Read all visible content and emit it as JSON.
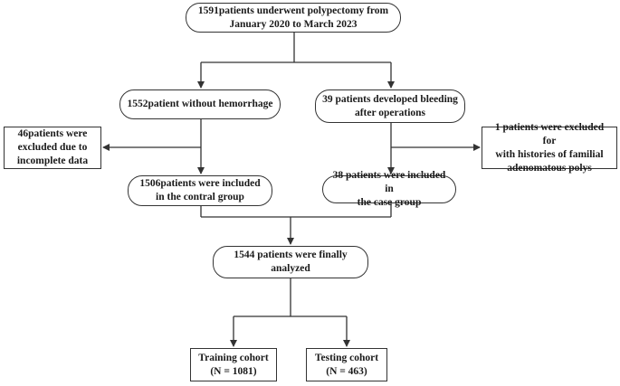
{
  "flowchart": {
    "start": {
      "text": "1591patients underwent polypectomy from\nJanuary 2020 to March 2023"
    },
    "no_hemorrhage": {
      "text": "1552patient without hemorrhage"
    },
    "bleeding": {
      "text": "39 patients developed bleeding\nafter operations"
    },
    "excluded_left": {
      "text": "46patients were\nexcluded due to\nincomplete data"
    },
    "excluded_right": {
      "text": "1 patients were excluded for\nwith histories of familial\nadenomatous polys"
    },
    "control_group": {
      "text": "1506patients were included\nin the contral group"
    },
    "case_group": {
      "text": "38 patients were included in\nthe case group"
    },
    "analyzed": {
      "text": "1544 patients were finally\nanalyzed"
    },
    "training": {
      "text": "Training cohort\n(N = 1081)"
    },
    "testing": {
      "text": "Testing cohort\n(N = 463)"
    }
  },
  "colors": {
    "line": "#333333",
    "text": "#1a1a1a",
    "background": "#ffffff"
  }
}
